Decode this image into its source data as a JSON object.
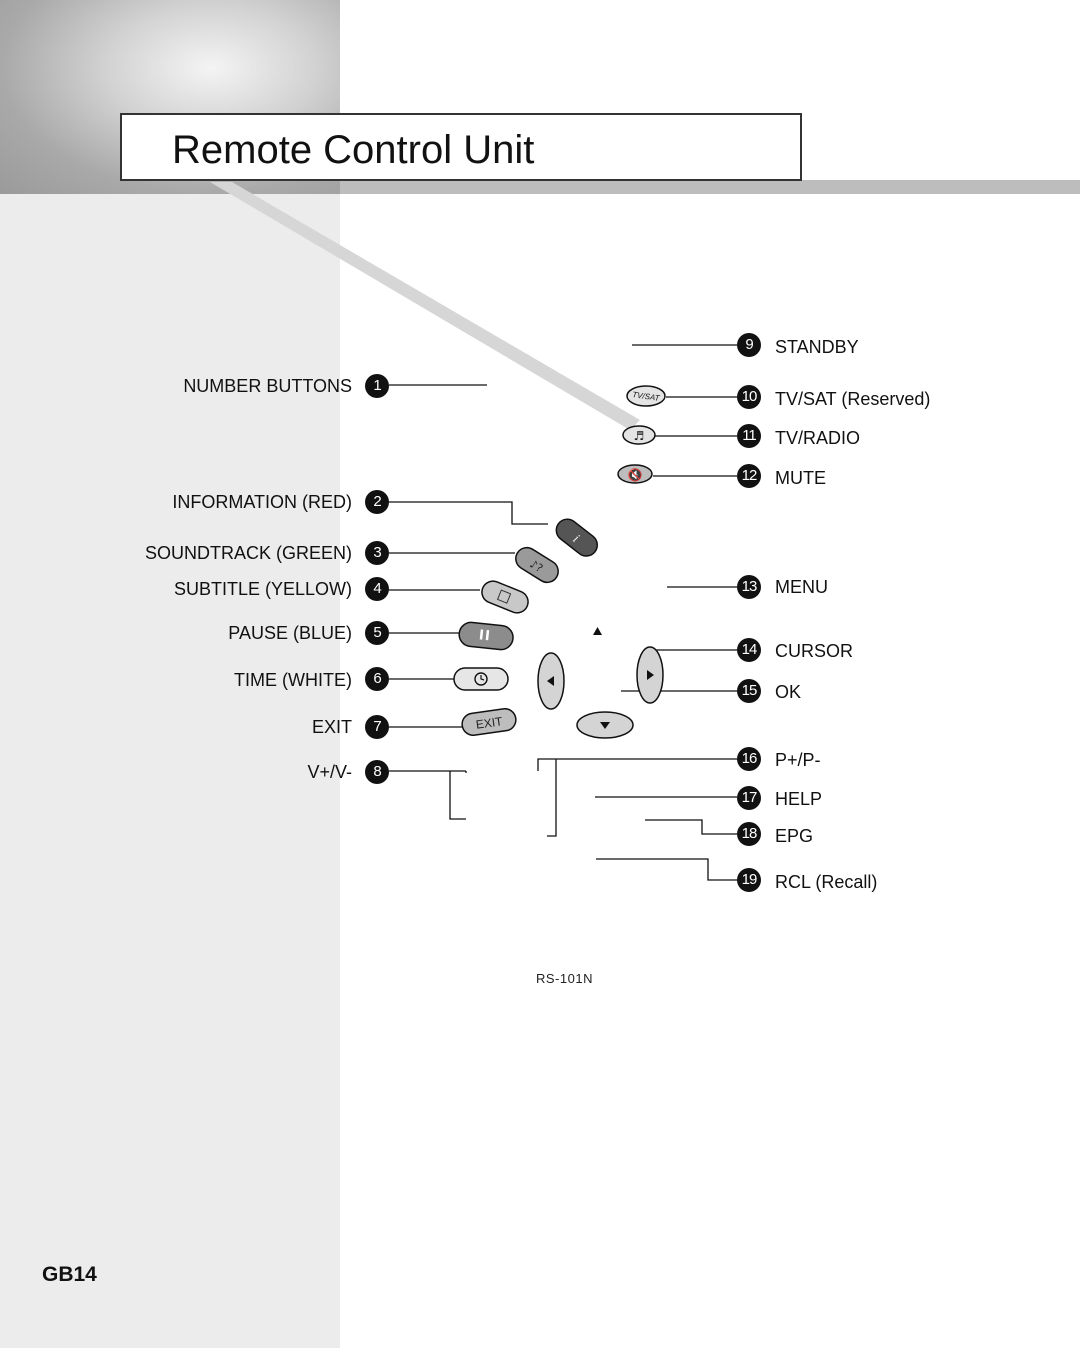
{
  "page": {
    "title": "Remote Control Unit",
    "page_number": "GB14",
    "model": "RS-101N"
  },
  "left_callouts": [
    {
      "num": "1",
      "label": "NUMBER BUTTONS"
    },
    {
      "num": "2",
      "label": "INFORMATION (RED)"
    },
    {
      "num": "3",
      "label": "SOUNDTRACK (GREEN)"
    },
    {
      "num": "4",
      "label": "SUBTITLE (YELLOW)"
    },
    {
      "num": "5",
      "label": "PAUSE (BLUE)"
    },
    {
      "num": "6",
      "label": "TIME (WHITE)"
    },
    {
      "num": "7",
      "label": "EXIT"
    },
    {
      "num": "8",
      "label": "V+/V-"
    }
  ],
  "right_callouts": [
    {
      "num": "9",
      "label": "STANDBY"
    },
    {
      "num": "10",
      "label": "TV/SAT (Reserved)"
    },
    {
      "num": "11",
      "label": "TV/RADIO"
    },
    {
      "num": "12",
      "label": "MUTE"
    },
    {
      "num": "13",
      "label": "MENU"
    },
    {
      "num": "14",
      "label": "CURSOR"
    },
    {
      "num": "15",
      "label": "OK"
    },
    {
      "num": "16",
      "label": "P+/P-"
    },
    {
      "num": "17",
      "label": "HELP"
    },
    {
      "num": "18",
      "label": "EPG"
    },
    {
      "num": "19",
      "label": "RCL (Recall)"
    }
  ],
  "button_glyphs": {
    "tvsat": "TV/SAT",
    "info": "i",
    "exit": "EXIT"
  },
  "icons": [
    "music-note-icon",
    "mute-icon",
    "soundtrack-icon",
    "subtitle-icon",
    "pause-icon",
    "clock-icon",
    "arrow-left-icon",
    "arrow-right-icon",
    "arrow-up-icon",
    "arrow-down-icon"
  ]
}
